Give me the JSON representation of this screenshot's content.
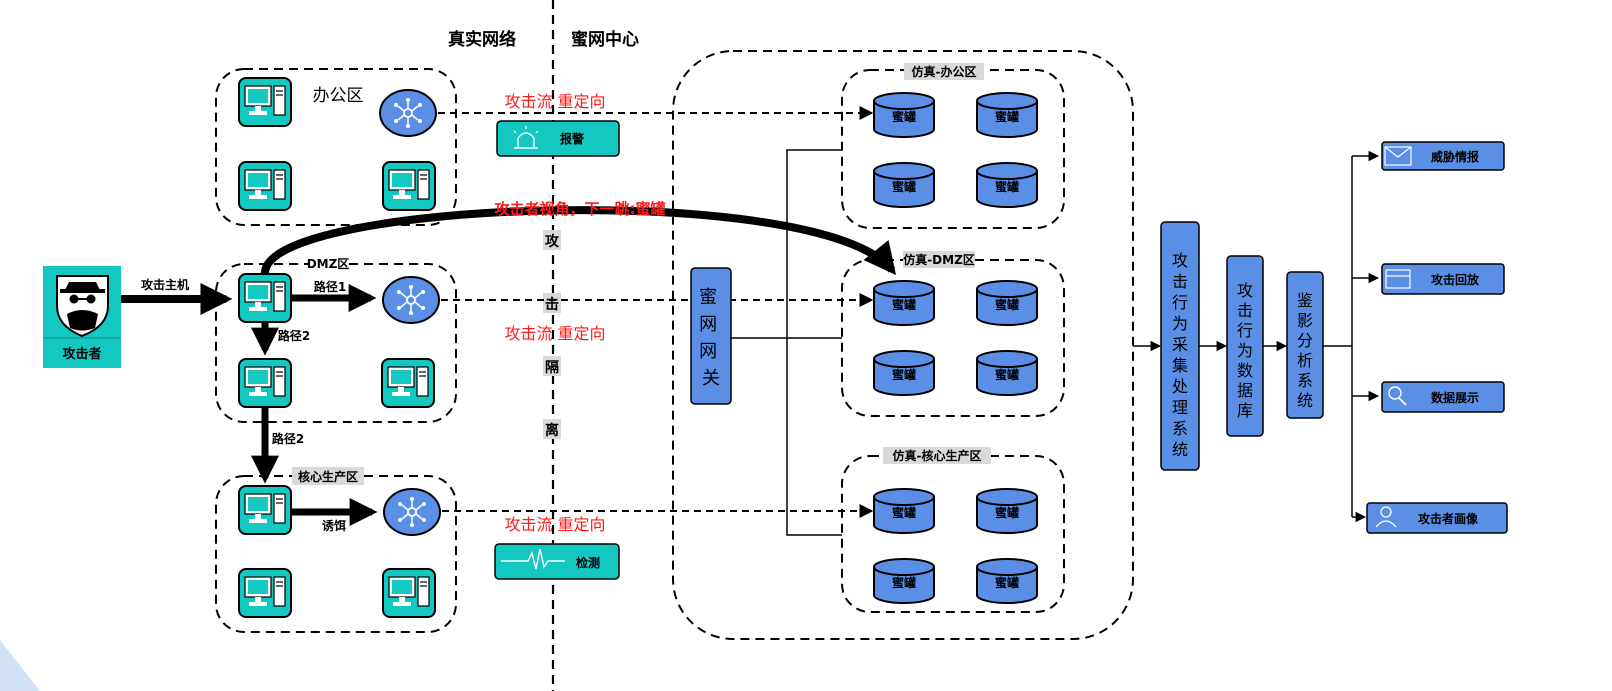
{
  "header": {
    "real_network": "真实网络",
    "honeynet_center": "蜜网中心"
  },
  "zones": {
    "office": "办公区",
    "dmz": "DMZ区",
    "core": "核心生产区"
  },
  "attacker": {
    "label": "攻击者",
    "attack_host": "攻击主机"
  },
  "paths": {
    "path1": "路径1",
    "path2a": "路径2",
    "path2b": "路径2",
    "bait": "诱饵"
  },
  "flows": {
    "redirect_1": "攻击流 重定向",
    "redirect_2": "攻击流 重定向",
    "redirect_3": "攻击流 重定向",
    "attacker_view": "攻击者视角，下一跳:蜜罐"
  },
  "isolation": [
    "攻",
    "击",
    "隔",
    "离"
  ],
  "devices": {
    "alarm": "报警",
    "detect": "检测"
  },
  "gateway": "蜜网网关",
  "sim_zones": {
    "office": "仿真-办公区",
    "dmz": "仿真-DMZ区",
    "core": "仿真-核心生产区"
  },
  "honeypot_label": "蜜罐",
  "pipeline": {
    "collect": "攻击行为采集处理系统",
    "database": "攻击行为数据库",
    "analysis": "鉴影分析系统"
  },
  "outputs": [
    "威胁情报",
    "攻击回放",
    "数据展示",
    "攻击者画像"
  ],
  "colors": {
    "teal": "#14c8c2",
    "blue": "#5b8fe6",
    "red": "#ff1a1a",
    "dark_teal": "#0f8c87"
  }
}
